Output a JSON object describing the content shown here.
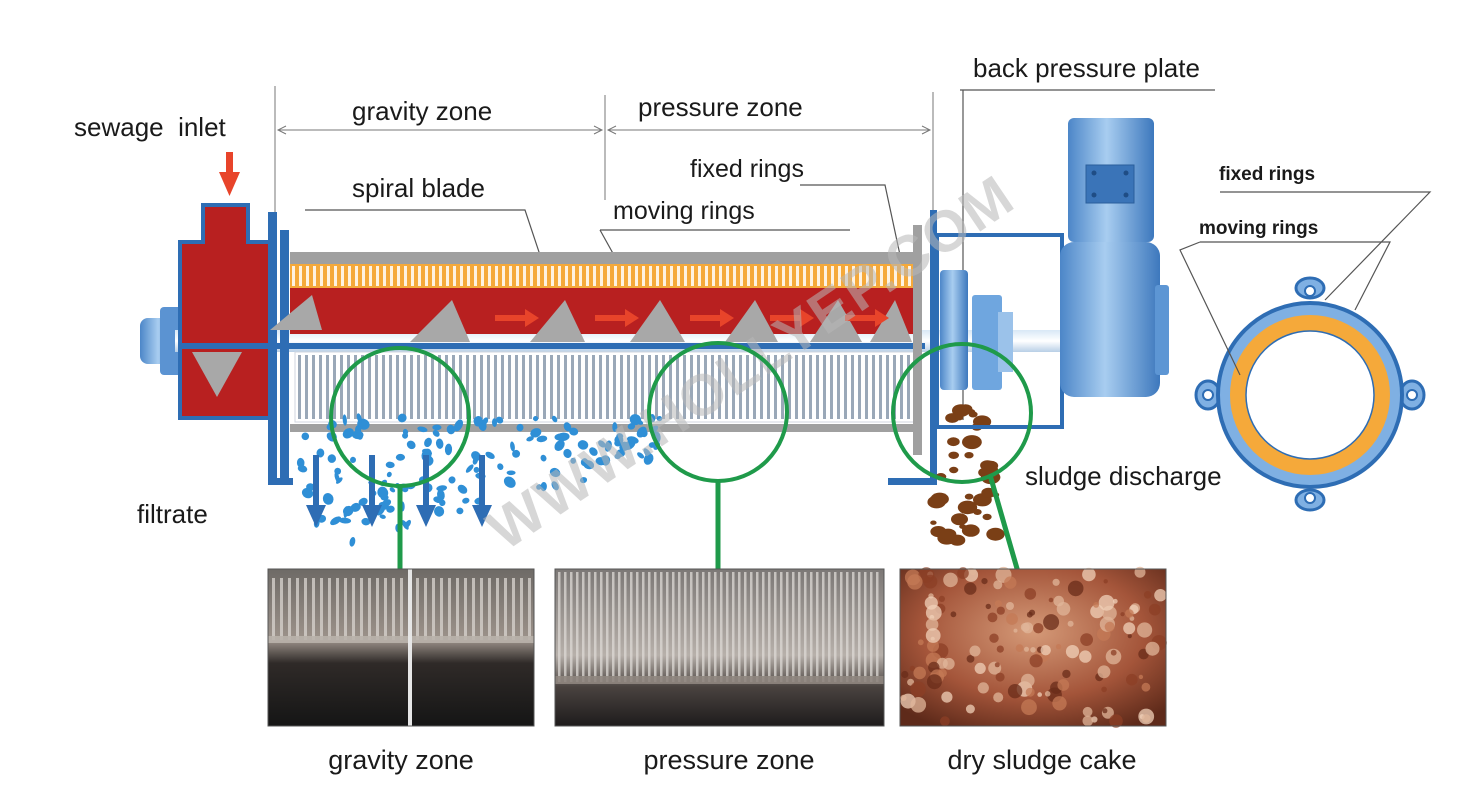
{
  "labels": {
    "sewage_inlet": "sewage  inlet",
    "gravity_zone": "gravity zone",
    "pressure_zone": "pressure zone",
    "back_pressure_plate": "back pressure plate",
    "spiral_blade": "spiral blade",
    "fixed_rings": "fixed rings",
    "moving_rings": "moving rings",
    "filtrate": "filtrate",
    "sludge_discharge": "sludge discharge",
    "ring_fixed_rings": "fixed rings",
    "ring_moving_rings": "moving rings"
  },
  "photos": [
    {
      "caption": "gravity zone"
    },
    {
      "caption": "pressure zone"
    },
    {
      "caption": "dry sludge cake"
    }
  ],
  "watermark": "WWW.HOLLYEP.COM",
  "colors": {
    "machine_blue": "#2e6db4",
    "motor_blue": "#6fa6df",
    "sludge_red": "#b82020",
    "ring_orange": "#f5a93a",
    "blade_gray": "#a8a8a8",
    "circle_green": "#1f9a4a",
    "arrow_red": "#e8442a",
    "filtrate_blue": "#2f8fd6",
    "sludge_brown": "#7a3f16"
  }
}
